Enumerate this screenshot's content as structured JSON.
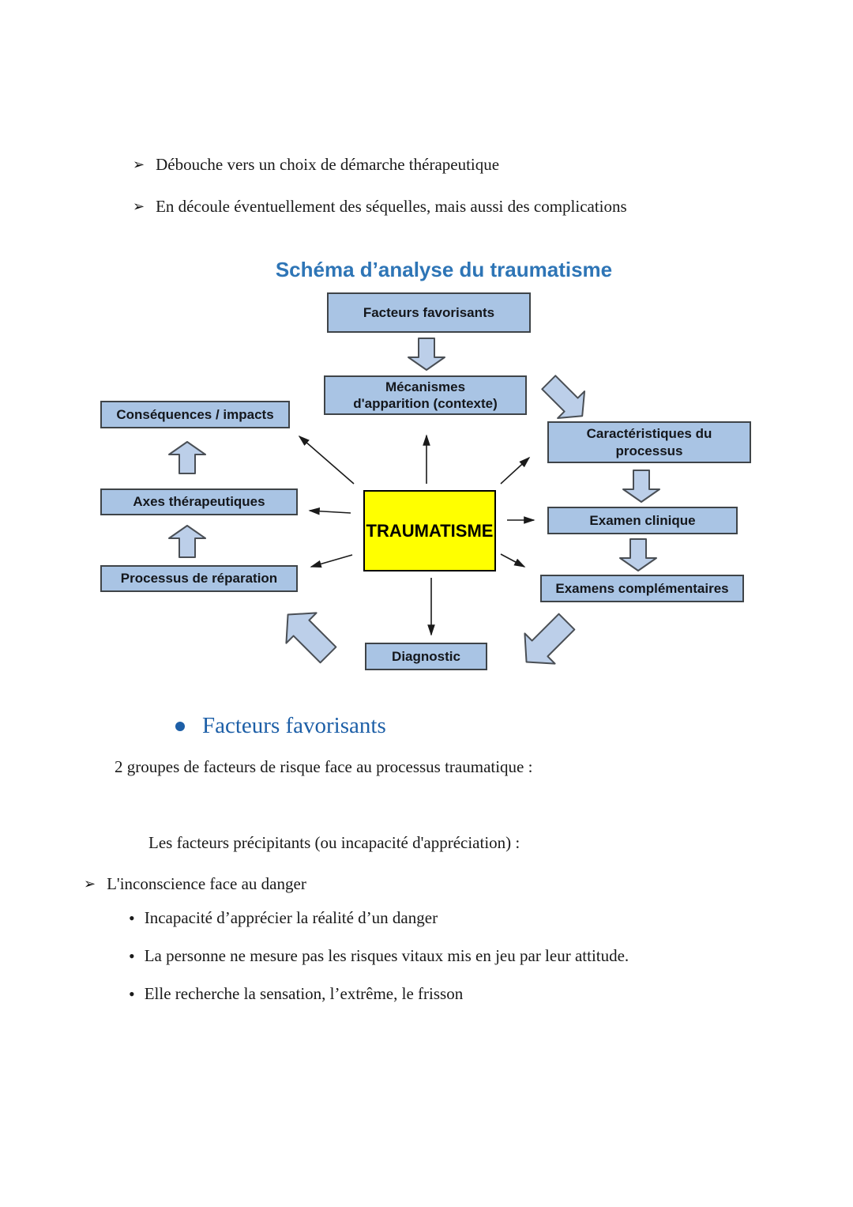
{
  "intro_bullets": [
    {
      "marker": "➢",
      "text": "Débouche vers un choix de démarche thérapeutique"
    },
    {
      "marker": "➢",
      "text": "En découle éventuellement des séquelles, mais aussi des complications"
    }
  ],
  "diagram": {
    "title": "Schéma d’analyse du traumatisme",
    "nodes": {
      "facteurs": {
        "label": "Facteurs favorisants"
      },
      "mecanismes": {
        "label": "Mécanismes d'apparition (contexte)"
      },
      "consequences": {
        "label": "Conséquences / impacts"
      },
      "caracteristiques": {
        "label": "Caractéristiques du processus"
      },
      "axes": {
        "label": "Axes thérapeutiques"
      },
      "traumatisme": {
        "label": "TRAUMATISME"
      },
      "examen": {
        "label": "Examen clinique"
      },
      "processus": {
        "label": "Processus de réparation"
      },
      "examens": {
        "label": "Examens complémentaires"
      },
      "diagnostic": {
        "label": "Diagnostic"
      }
    }
  },
  "section": {
    "heading": "Facteurs favorisants",
    "intro": "2 groupes de facteurs de risque face au processus traumatique :",
    "subheading": "Les facteurs précipitants (ou incapacité d'appréciation) :",
    "arrow_marker": "➢",
    "arrow_item": "L'inconscience face au danger",
    "bullet_marker": "•",
    "bullets": [
      "Incapacité d’apprécier la réalité d’un danger",
      "La personne ne mesure pas les risques vitaux mis en jeu par leur attitude.",
      "Elle recherche la sensation, l’extrême, le frisson"
    ]
  },
  "colors": {
    "title_blue": "#2e75b6",
    "heading_blue": "#1d5fa7",
    "node_fill": "#a9c4e4",
    "node_border": "#3f4448",
    "block_arrow_fill": "#bccfe9",
    "center_node_fill": "#ffff00",
    "text_black": "#1a1a1a"
  }
}
